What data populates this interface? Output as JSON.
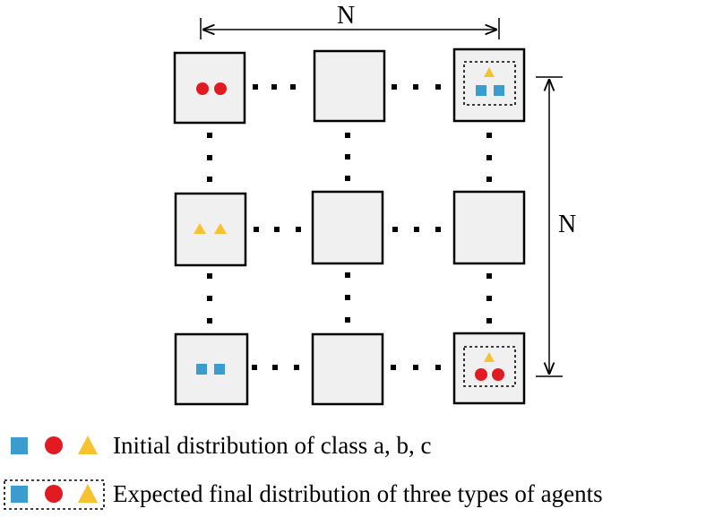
{
  "dimension_label_top": "N",
  "dimension_label_right": "N",
  "legend": {
    "initial_text": "Initial distribution of class a, b, c",
    "expected_text": "Expected final distribution of three types of agents"
  },
  "colors": {
    "class_a_square": "#3a9ccf",
    "class_b_circle": "#e21b22",
    "class_c_triangle": "#f7c230",
    "cell_fill": "#f0f0f0"
  },
  "cells": {
    "top_left": "two class b circles",
    "top_right": "expected: one triangle over two squares",
    "middle_left": "two class c triangles",
    "bottom_left": "two class a squares",
    "bottom_right": "expected: one triangle over two circles"
  }
}
